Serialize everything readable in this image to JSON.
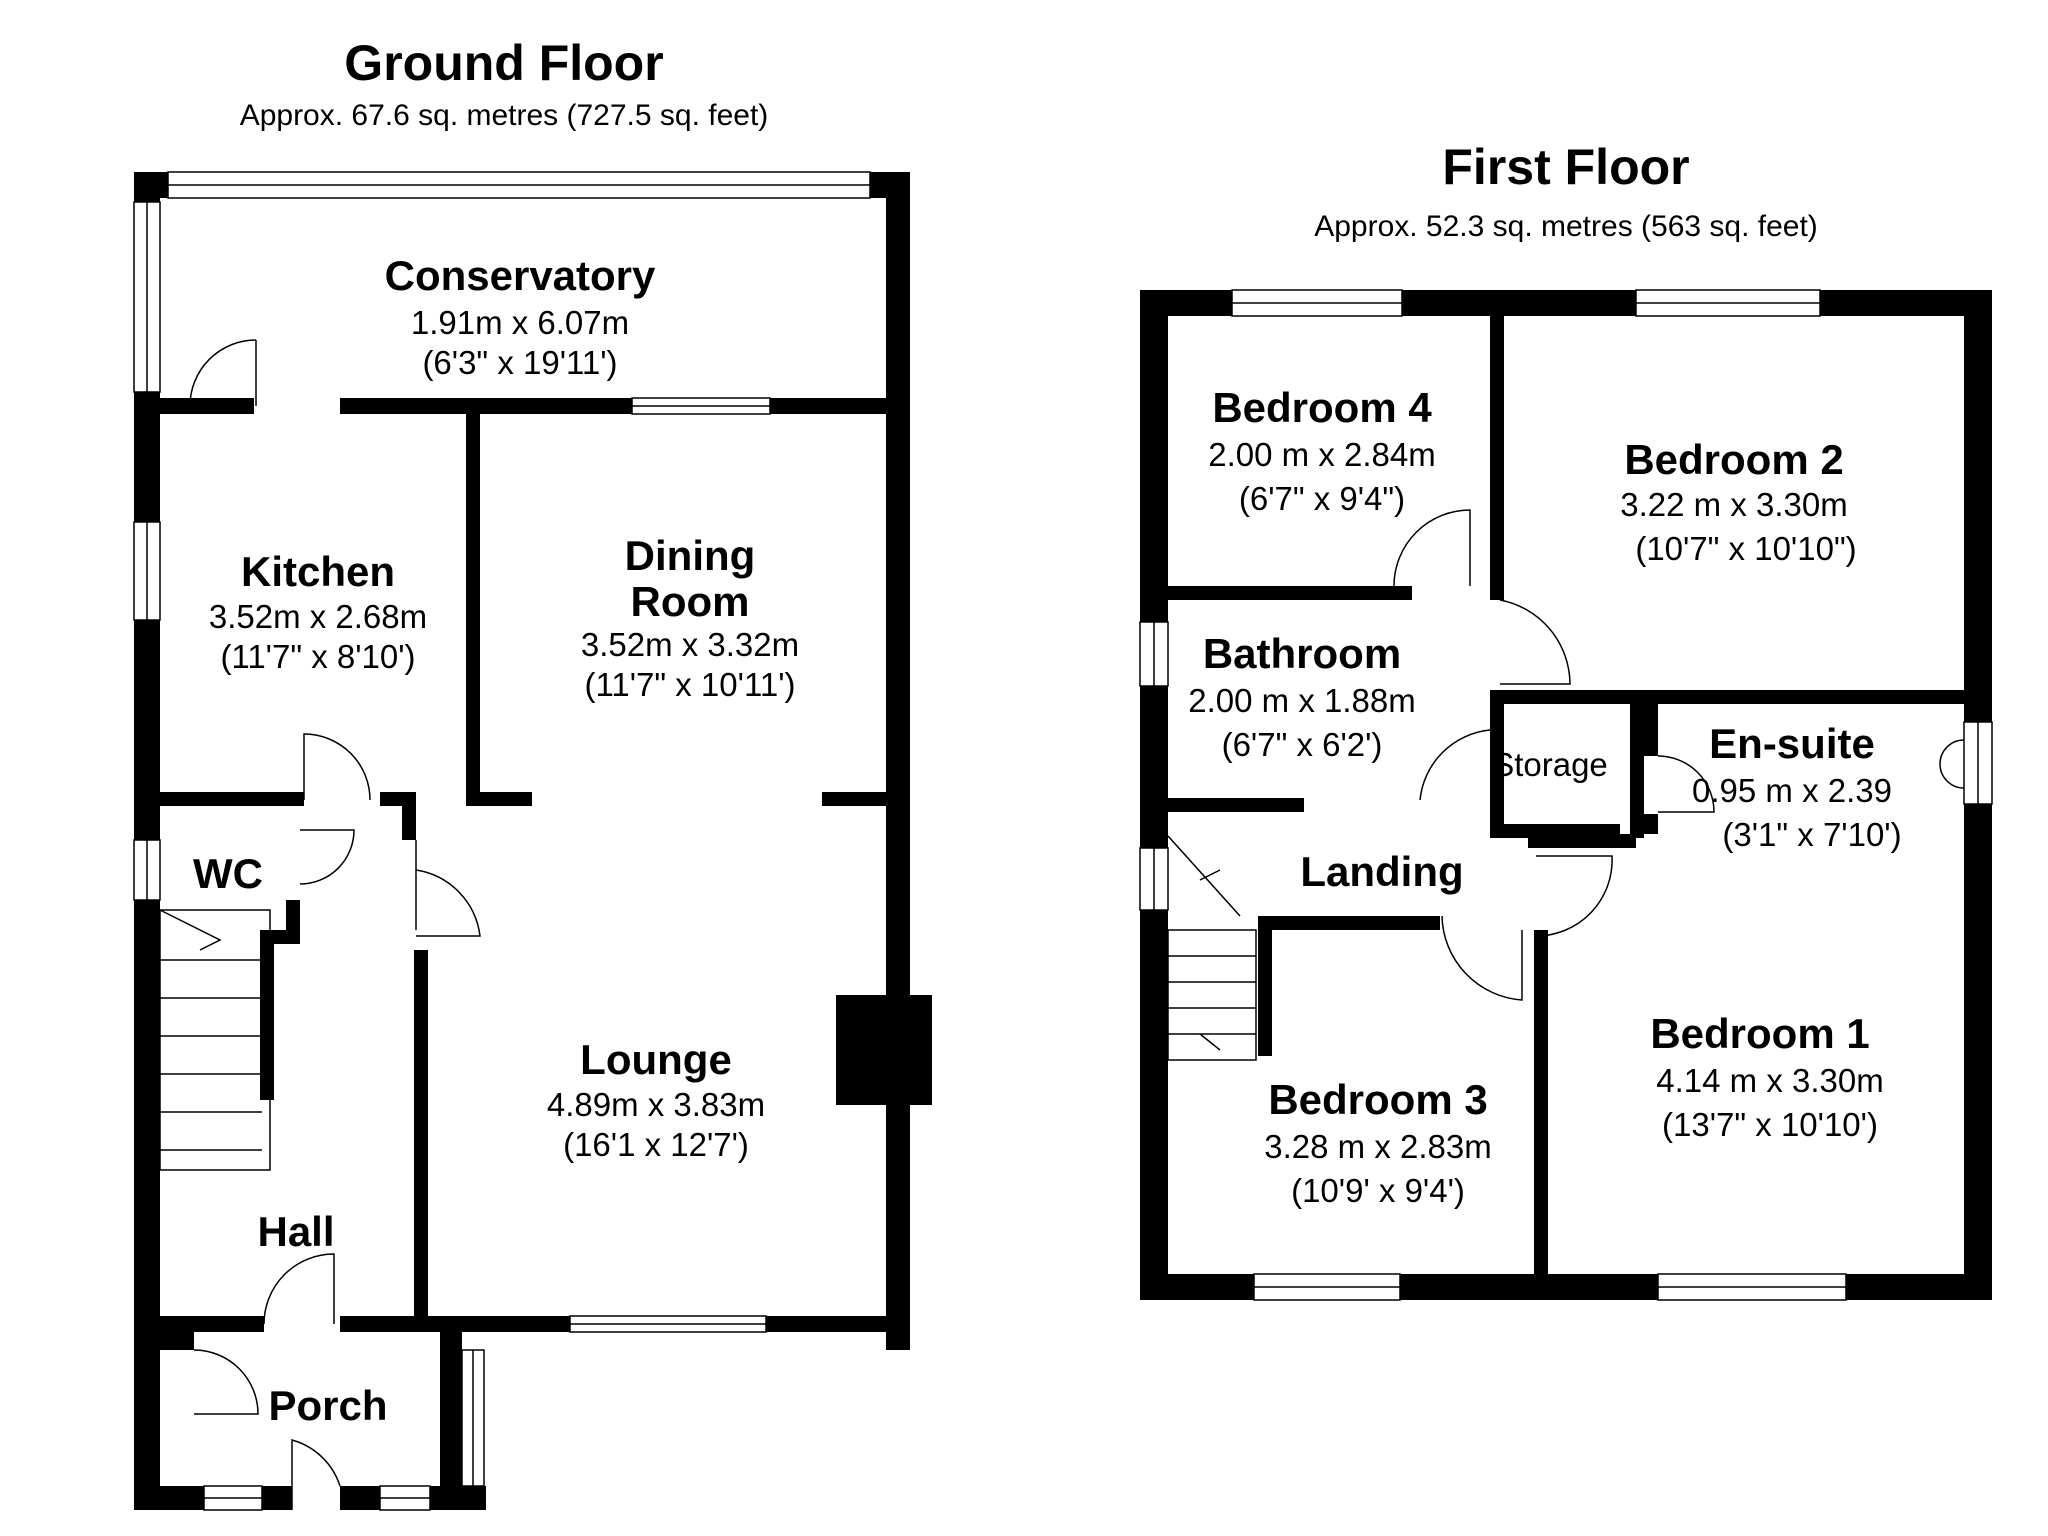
{
  "ground_floor": {
    "title": "Ground Floor",
    "area": "Approx. 67.6 sq. metres (727.5 sq. feet)",
    "rooms": {
      "conservatory": {
        "name": "Conservatory",
        "metric": "1.91m x 6.07m",
        "imperial": "(6'3\" x 19'11')"
      },
      "kitchen": {
        "name": "Kitchen",
        "metric": "3.52m x 2.68m",
        "imperial": "(11'7\" x 8'10')"
      },
      "dining": {
        "name_1": "Dining",
        "name_2": "Room",
        "metric": "3.52m x 3.32m",
        "imperial": "(11'7\" x 10'11')"
      },
      "wc": {
        "name": "WC"
      },
      "lounge": {
        "name": "Lounge",
        "metric": "4.89m x 3.83m",
        "imperial": "(16'1 x 12'7')"
      },
      "hall": {
        "name": "Hall"
      },
      "porch": {
        "name": "Porch"
      }
    }
  },
  "first_floor": {
    "title": "First Floor",
    "area": "Approx. 52.3 sq. metres (563  sq. feet)",
    "rooms": {
      "bedroom4": {
        "name": "Bedroom 4",
        "metric": "2.00 m x 2.84m",
        "imperial": "(6'7\" x 9'4\")"
      },
      "bedroom2": {
        "name": "Bedroom 2",
        "metric": "3.22 m x 3.30m",
        "imperial": "(10'7\" x 10'10\")"
      },
      "bathroom": {
        "name": "Bathroom",
        "metric": "2.00 m x 1.88m",
        "imperial": "(6'7\" x 6'2')"
      },
      "storage": {
        "name": "Storage"
      },
      "ensuite": {
        "name": "En-suite",
        "metric": "0.95 m x 2.39",
        "imperial": "(3'1\" x 7'10')"
      },
      "landing": {
        "name": "Landing"
      },
      "bedroom3": {
        "name": "Bedroom 3",
        "metric": "3.28 m x 2.83m",
        "imperial": "(10'9' x 9'4')"
      },
      "bedroom1": {
        "name": "Bedroom 1",
        "metric": "4.14 m x 3.30m",
        "imperial": "(13'7\" x 10'10')"
      }
    }
  }
}
